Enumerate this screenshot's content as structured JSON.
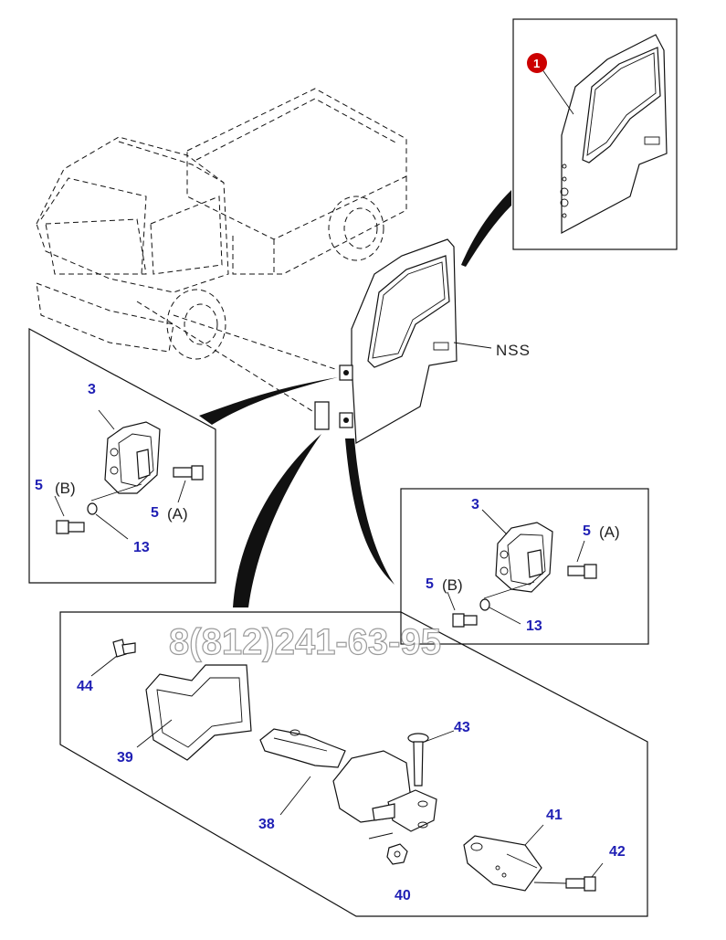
{
  "watermark": "8(812)241-63-95",
  "callout_badge": "1",
  "door_side_label": "NSS",
  "labels": {
    "left_panel": {
      "bracket": "3",
      "bolt_b_num": "5",
      "bolt_b_suffix": "(B)",
      "bolt_a_num": "5",
      "bolt_a_suffix": "(A)",
      "washer": "13"
    },
    "right_panel": {
      "bracket": "3",
      "bolt_a_num": "5",
      "bolt_a_suffix": "(A)",
      "bolt_b_num": "5",
      "bolt_b_suffix": "(B)",
      "washer": "13"
    },
    "check_panel": {
      "clip": "44",
      "cover": "39",
      "pin": "43",
      "check_link": "38",
      "bracket": "41",
      "bolt": "42",
      "nut": "40"
    }
  },
  "colors": {
    "part_label": "#1f1fb4",
    "badge": "#cc0000",
    "line": "#111111"
  }
}
